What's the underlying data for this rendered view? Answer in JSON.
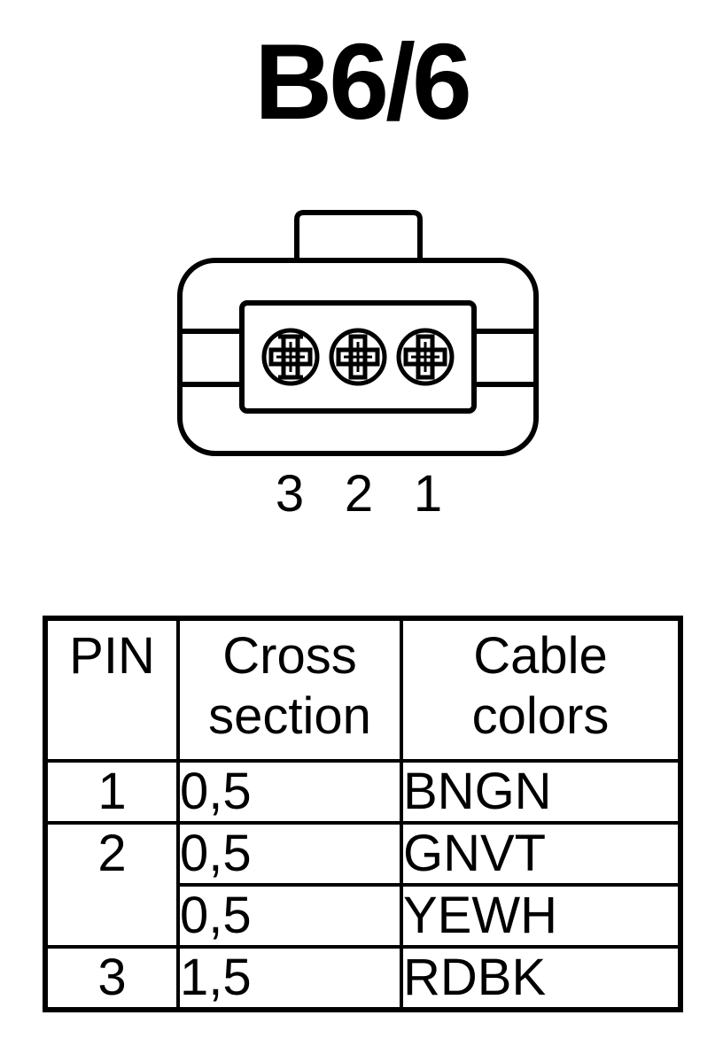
{
  "title": "B6/6",
  "connector": {
    "pin_labels": [
      "3",
      "2",
      "1"
    ]
  },
  "table": {
    "headers": {
      "pin": "PIN",
      "cross_section_line1": "Cross",
      "cross_section_line2": "section",
      "cable_colors_line1": "Cable",
      "cable_colors_line2": "colors"
    },
    "rows": [
      {
        "pin": "1",
        "cross_section": "0,5",
        "color": "BNGN"
      },
      {
        "pin": "2",
        "cross_section": "0,5",
        "color": "GNVT"
      },
      {
        "pin": "",
        "cross_section": "0,5",
        "color": "YEWH"
      },
      {
        "pin": "3",
        "cross_section": "1,5",
        "color": "RDBK"
      }
    ]
  }
}
